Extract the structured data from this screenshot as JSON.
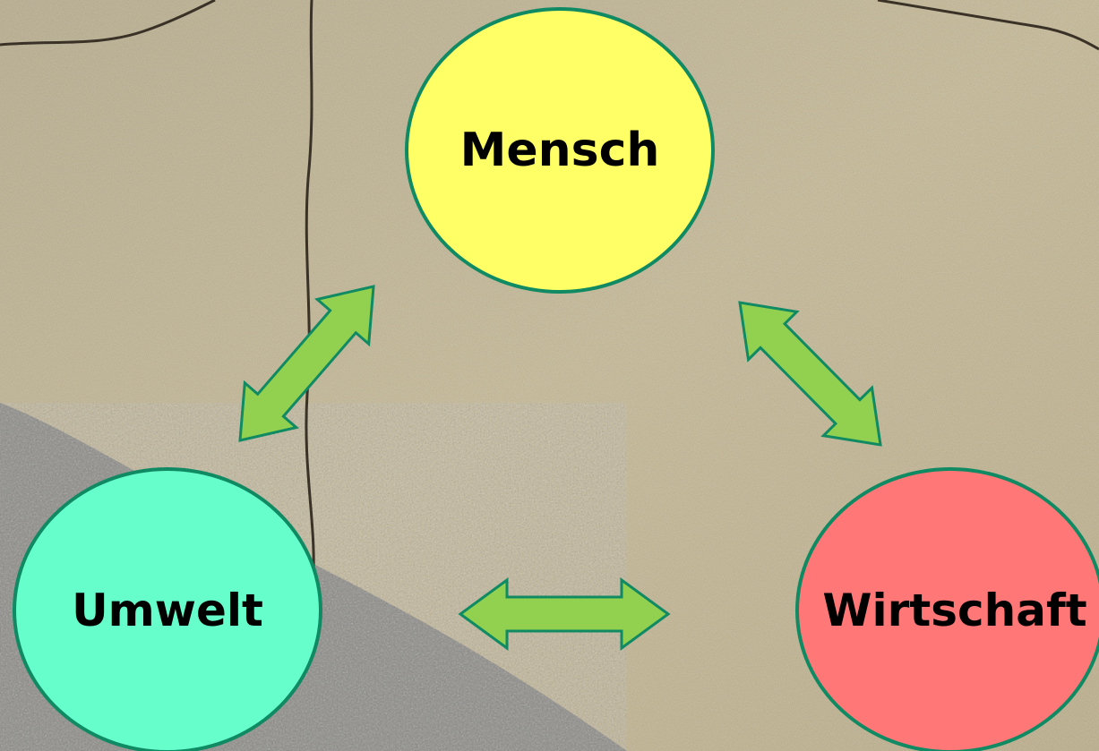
{
  "diagram": {
    "nodes": {
      "mensch": {
        "label": "Mensch",
        "color": "#ffff66"
      },
      "umwelt": {
        "label": "Umwelt",
        "color": "#66ffcc"
      },
      "wirtschaft": {
        "label": "Wirtschaft",
        "color": "#ff7777"
      }
    },
    "outline_color": "#0f8a63",
    "arrow_color": "#92d050",
    "edges": [
      {
        "from": "umwelt",
        "to": "mensch",
        "style": "double-headed-arrow"
      },
      {
        "from": "mensch",
        "to": "wirtschaft",
        "style": "double-headed-arrow"
      },
      {
        "from": "umwelt",
        "to": "wirtschaft",
        "style": "double-headed-arrow"
      }
    ]
  }
}
